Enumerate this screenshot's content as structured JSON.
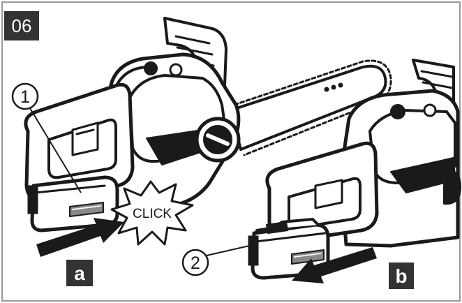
{
  "figure": {
    "step_number": "06",
    "callouts": [
      {
        "number": "1"
      },
      {
        "number": "2"
      }
    ],
    "click_text": "CLICK",
    "panel_labels": [
      {
        "letter": "a"
      },
      {
        "letter": "b"
      }
    ],
    "icons": [
      "chainsaw-illustration",
      "battery-pack",
      "arrow-insert",
      "arrow-remove",
      "click-burst"
    ],
    "colors": {
      "ink": "#1a1a1a",
      "label_bg": "#333333",
      "paper": "#ffffff",
      "border": "#9a9a9a"
    }
  }
}
